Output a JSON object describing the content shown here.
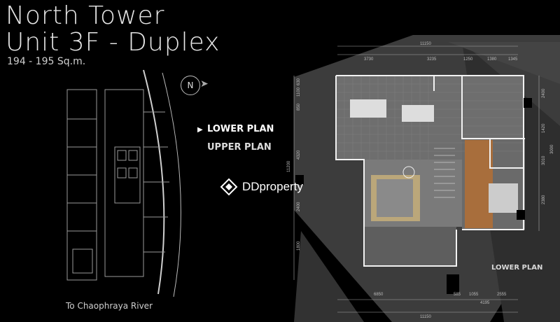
{
  "header": {
    "title_line1": "North Tower",
    "title_line2": "Unit 3F - Duplex",
    "area": "194 - 195 Sq.m."
  },
  "compass": {
    "letter": "N"
  },
  "plan_menu": {
    "lower_label": "LOWER PLAN",
    "upper_label": "UPPER PLAN",
    "selected": "LOWER PLAN"
  },
  "site": {
    "river_label": "To Chaophraya River"
  },
  "watermark": {
    "brand": "DDproperty"
  },
  "plan": {
    "label": "LOWER PLAN",
    "dims_top_total": "11150",
    "dims_top": [
      "3730",
      "3235",
      "1250",
      "1380",
      "1345"
    ],
    "dims_left": [
      "630",
      "1100",
      "850",
      "4320",
      "2400",
      "1800"
    ],
    "dims_left_total": "11200",
    "dims_right": [
      "2400",
      "1420",
      "3010",
      "3000",
      "2380"
    ],
    "dims_bottom": [
      "6850",
      "585",
      "1055",
      "2555"
    ],
    "dims_bottom_mid": "4195",
    "dims_bottom_total": "11150"
  }
}
